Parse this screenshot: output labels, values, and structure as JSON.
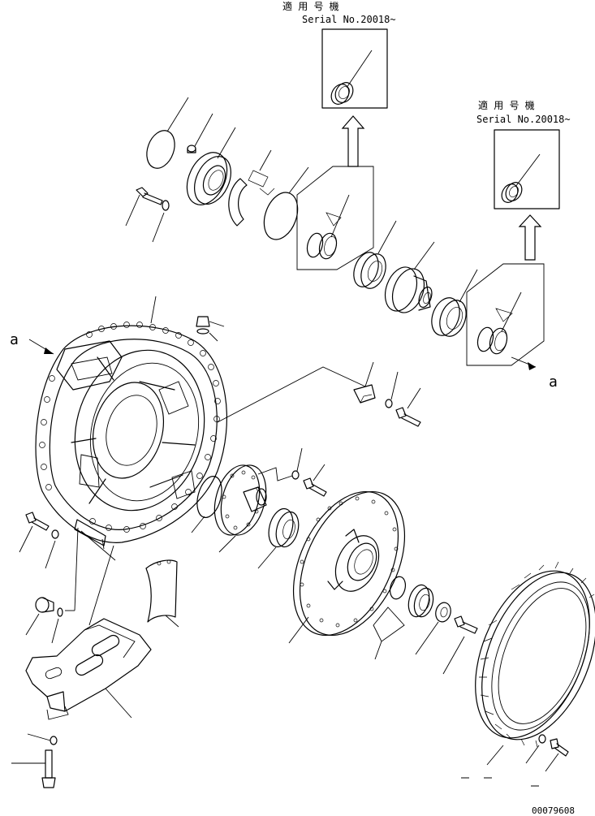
{
  "inset_top": {
    "applicable_label": "適 用 号 機",
    "serial_label": "Serial No.20018~"
  },
  "inset_right": {
    "applicable_label": "適 用 号 機",
    "serial_label": "Serial No.20018~"
  },
  "view_marker_left": "a",
  "view_marker_right": "a",
  "drawing_number": "00079608"
}
